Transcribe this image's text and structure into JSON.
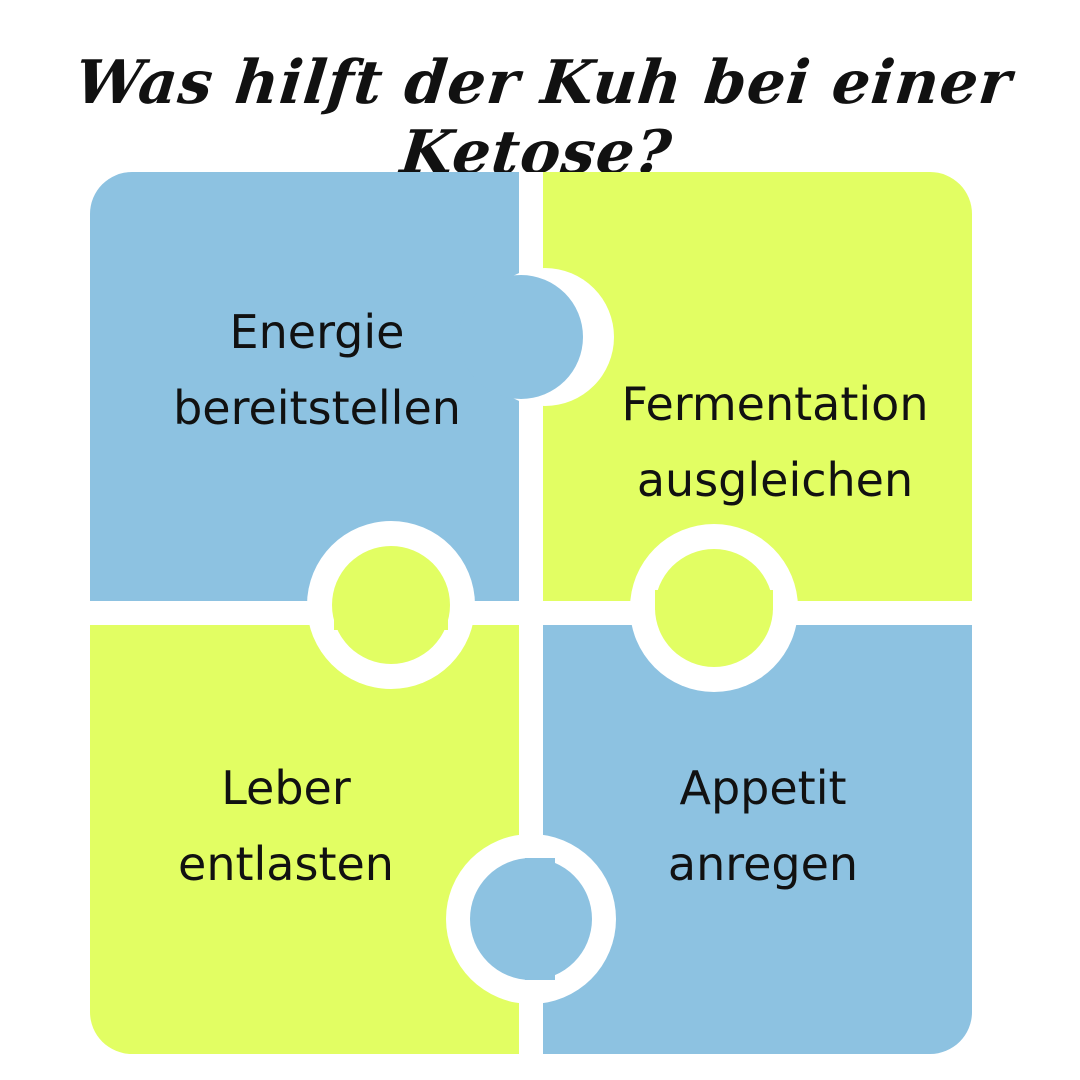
{
  "title": "Was hilft der Kuh bei einer Ketose?",
  "colors": {
    "blue": "#8dc2e1",
    "lime": "#e2fe63",
    "gap": "#ffffff",
    "text": "#111111"
  },
  "pieces": [
    {
      "line1": "Energie",
      "line2": "bereitstellen",
      "color": "blue"
    },
    {
      "line1": "Fermentation",
      "line2": "ausgleichen",
      "color": "lime"
    },
    {
      "line1": "Leber",
      "line2": "entlasten",
      "color": "lime"
    },
    {
      "line1": "Appetit",
      "line2": "anregen",
      "color": "blue"
    }
  ]
}
